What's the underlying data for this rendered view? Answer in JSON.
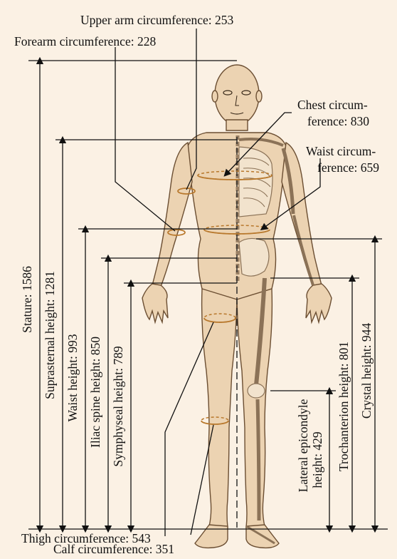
{
  "labels": {
    "upper_arm": "Upper arm circumference: 253",
    "forearm": "Forearm circumference: 228",
    "chest_line1": "Chest circum-",
    "chest_line2": "ference: 830",
    "waist_line1": "Waist circum-",
    "waist_line2": "ference: 659",
    "stature": "Stature: 1586",
    "suprasternal": "Suprasternal height: 1281",
    "waist_height": "Waist height: 993",
    "iliac": "Iliac spine height: 850",
    "symphyseal": "Symphyseal height: 789",
    "lateral_line1": "Lateral epicondyle",
    "lateral_line2": "height: 429",
    "trochanterion": "Trochanterion height: 801",
    "crystal": "Crystal height: 944",
    "thigh": "Thigh circumference: 543",
    "calf": "Calf circumference: 351"
  },
  "colors": {
    "background": "#fbf1e4",
    "skin": "#ecd3b2",
    "skeleton": "#f2e3cd",
    "circumference_ring": "#b8782c"
  }
}
